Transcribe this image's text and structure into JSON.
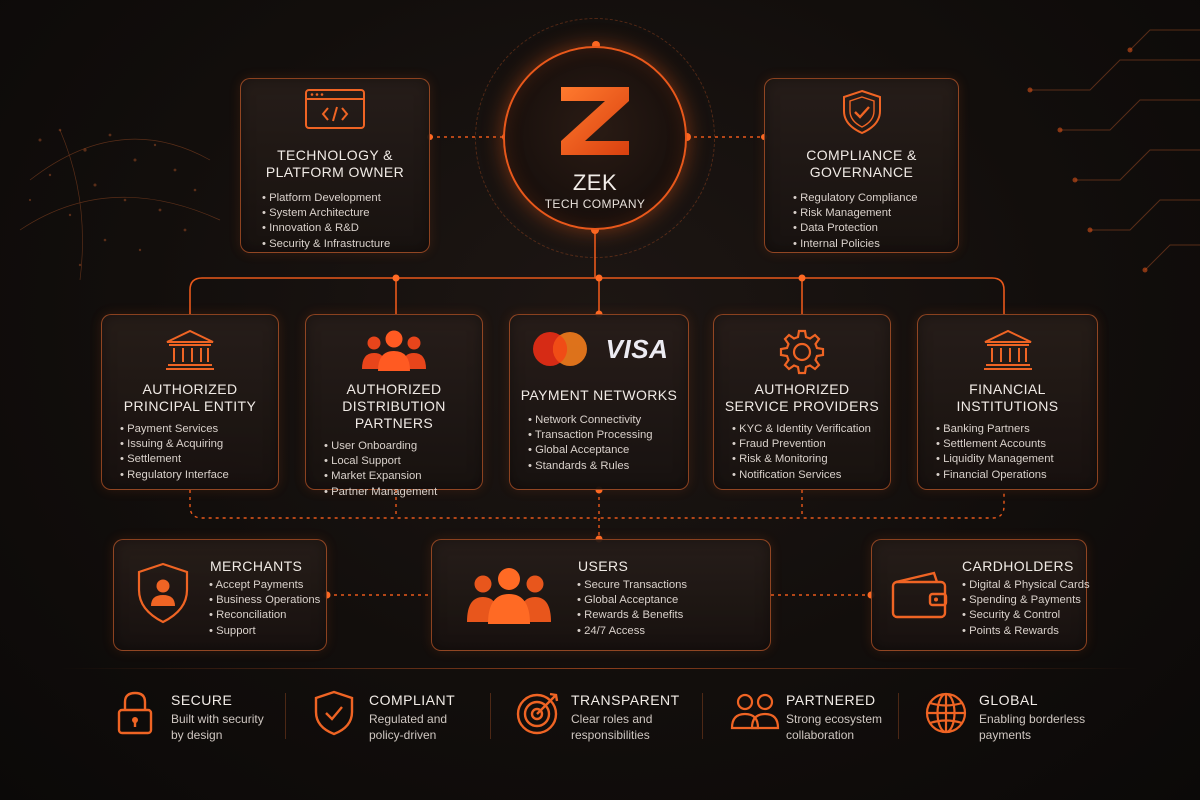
{
  "hub": {
    "logo_letter": "Z",
    "name": "ZEK",
    "subtitle": "TECH COMPANY"
  },
  "top_cards": {
    "technology": {
      "icon": "code-window-icon",
      "title_line1": "TECHNOLOGY &",
      "title_line2": "PLATFORM OWNER",
      "items": [
        "Platform Development",
        "System Architecture",
        "Innovation & R&D",
        "Security & Infrastructure"
      ]
    },
    "compliance": {
      "icon": "shield-check-icon",
      "title_line1": "COMPLIANCE &",
      "title_line2": "GOVERNANCE",
      "items": [
        "Regulatory Compliance",
        "Risk Management",
        "Data Protection",
        "Internal Policies"
      ]
    }
  },
  "middle_cards": {
    "principal": {
      "icon": "bank-icon",
      "title_line1": "AUTHORIZED",
      "title_line2": "PRINCIPAL ENTITY",
      "items": [
        "Payment Services",
        "Issuing & Acquiring",
        "Settlement",
        "Regulatory Interface"
      ]
    },
    "distribution": {
      "icon": "people-group-icon",
      "title_line1": "AUTHORIZED",
      "title_line2": "DISTRIBUTION PARTNERS",
      "items": [
        "User Onboarding",
        "Local Support",
        "Market Expansion",
        "Partner Management"
      ]
    },
    "networks": {
      "icon": "card-network-logos-icon",
      "logo_text": "VISA",
      "title_line1": "PAYMENT NETWORKS",
      "items": [
        "Network Connectivity",
        "Transaction Processing",
        "Global Acceptance",
        "Standards & Rules"
      ]
    },
    "service": {
      "icon": "gear-icon",
      "title_line1": "AUTHORIZED",
      "title_line2": "SERVICE PROVIDERS",
      "items": [
        "KYC & Identity Verification",
        "Fraud Prevention",
        "Risk & Monitoring",
        "Notification Services"
      ]
    },
    "financial": {
      "icon": "bank-icon",
      "title_line1": "FINANCIAL",
      "title_line2": "INSTITUTIONS",
      "items": [
        "Banking Partners",
        "Settlement Accounts",
        "Liquidity Management",
        "Financial Operations"
      ]
    }
  },
  "bottom_cards": {
    "merchants": {
      "icon": "shield-user-icon",
      "title": "MERCHANTS",
      "items": [
        "Accept Payments",
        "Business Operations",
        "Reconciliation",
        "Support"
      ]
    },
    "users": {
      "icon": "users-icon",
      "title": "USERS",
      "items": [
        "Secure Transactions",
        "Global Acceptance",
        "Rewards & Benefits",
        "24/7 Access"
      ]
    },
    "cardholders": {
      "icon": "wallet-icon",
      "title": "CARDHOLDERS",
      "items": [
        "Digital & Physical Cards",
        "Spending & Payments",
        "Security & Control",
        "Points & Rewards"
      ]
    }
  },
  "features": [
    {
      "icon": "lock-icon",
      "title": "SECURE",
      "desc_line1": "Built with security",
      "desc_line2": "by design"
    },
    {
      "icon": "shield-check-icon",
      "title": "COMPLIANT",
      "desc_line1": "Regulated and",
      "desc_line2": "policy-driven"
    },
    {
      "icon": "target-icon",
      "title": "TRANSPARENT",
      "desc_line1": "Clear roles and",
      "desc_line2": "responsibilities"
    },
    {
      "icon": "partners-icon",
      "title": "PARTNERED",
      "desc_line1": "Strong ecosystem",
      "desc_line2": "collaboration"
    },
    {
      "icon": "globe-icon",
      "title": "GLOBAL",
      "desc_line1": "Enabling borderless",
      "desc_line2": "payments"
    }
  ],
  "colors": {
    "accent": "#e8581b",
    "accent_light": "#ff7a35",
    "background": "#120e0c",
    "text": "#e9e2dc"
  }
}
